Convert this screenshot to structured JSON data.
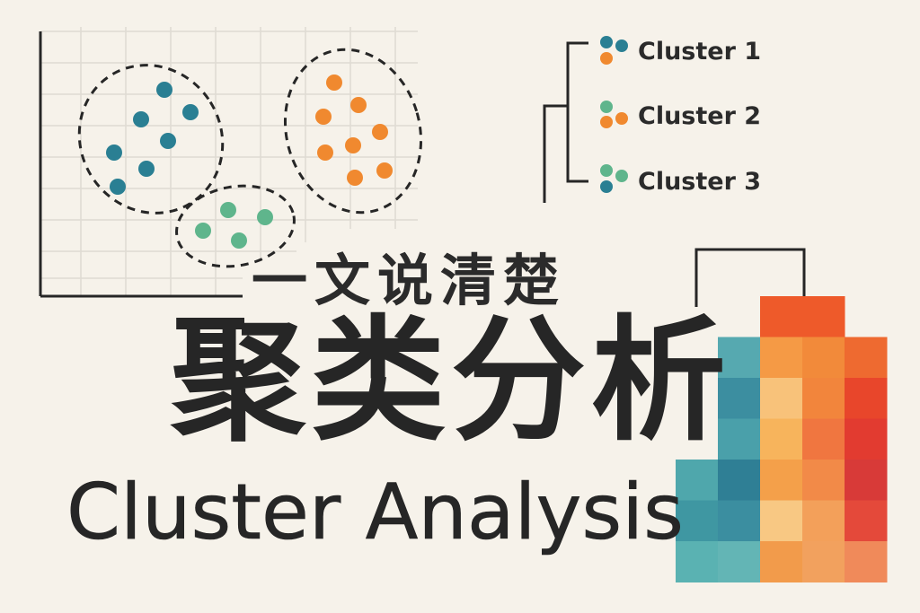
{
  "title_cn_small": "一文说清楚",
  "title_cn_big": "聚类分析",
  "title_en": "Cluster Analysis",
  "legend": [
    {
      "label": "Cluster 1"
    },
    {
      "label": "Cluster 2"
    },
    {
      "label": "Cluster 3"
    }
  ],
  "colors": {
    "background": "#f6f2ea",
    "teal": "#2a7f93",
    "orange": "#f0892f",
    "green": "#5fb58c",
    "ink": "#262626",
    "grid": "#dedad2"
  },
  "heatmap": {
    "columns": [
      {
        "rows": [
          "#ece6dc",
          "#ece6dc",
          "#ece6dc",
          "#ece6dc",
          "#4fa7ac",
          "#3f97a2",
          "#5ab2b2"
        ]
      },
      {
        "rows": [
          "#ece6dc",
          "#56a9b0",
          "#3c8ea0",
          "#4aa0aa",
          "#2f7f95",
          "#3b8ea0",
          "#63b5b5"
        ]
      },
      {
        "rows": [
          "#ee5a2a",
          "#f59a45",
          "#f8c27a",
          "#f7b45c",
          "#f4a04a",
          "#f8c883",
          "#f29b4b"
        ]
      },
      {
        "rows": [
          "#ee5a2a",
          "#f28a3a",
          "#f2853c",
          "#f07640",
          "#f28a48",
          "#f3a05a",
          "#f2a15e"
        ]
      },
      {
        "rows": [
          "#ece6dc",
          "#ee6a30",
          "#e8462b",
          "#e23b30",
          "#d83a38",
          "#e4493a",
          "#f08a5a"
        ]
      }
    ]
  }
}
